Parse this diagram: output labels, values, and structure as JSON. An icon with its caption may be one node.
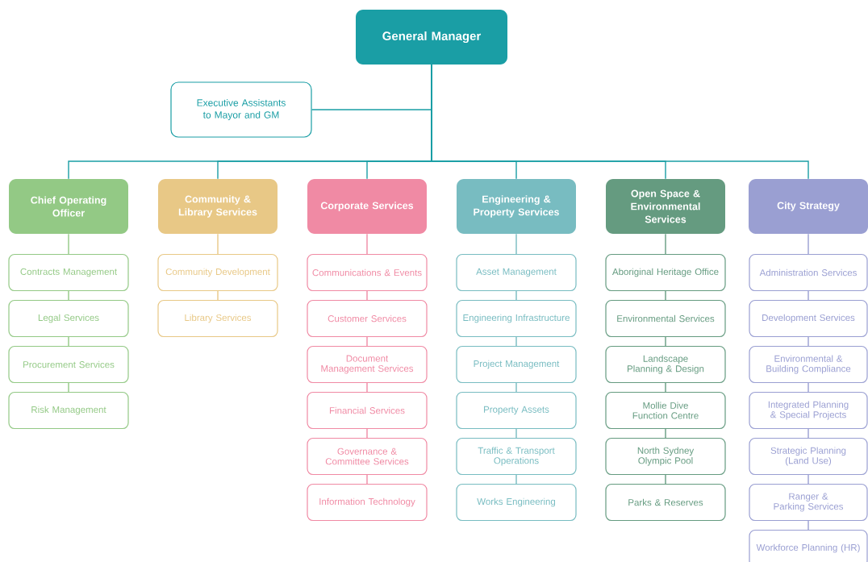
{
  "diagram": {
    "nodes": [
      {
        "text": [
          "General Manager"
        ]
      },
      {
        "text": [
          "Executive Assistants to Mayor and GM"
        ]
      },
      {
        "text": [
          "Chief Operating Officer"
        ]
      },
      {
        "text": [
          "Community & Library Services"
        ]
      },
      {
        "text": [
          "Corporate Services"
        ]
      },
      {
        "text": [
          "Engineering & Property Services"
        ]
      },
      {
        "text": [
          "Open Space & Environmental Services"
        ]
      },
      {
        "text": [
          "City Strategy"
        ]
      },
      {
        "text": [
          "Contracts Management"
        ]
      },
      {
        "text": [
          "Legal Services"
        ]
      },
      {
        "text": [
          "Procurement Services"
        ]
      },
      {
        "text": [
          "Risk Management"
        ]
      },
      {
        "text": [
          "Community Development"
        ]
      },
      {
        "text": [
          "Library Services"
        ]
      },
      {
        "text": [
          "Communications & Events"
        ]
      },
      {
        "text": [
          "Customer Services"
        ]
      },
      {
        "text": [
          "Document Management Services"
        ]
      },
      {
        "text": [
          "Financial Services"
        ]
      },
      {
        "text": [
          "Governance & Committee Services"
        ]
      },
      {
        "text": [
          "Information Technology"
        ]
      },
      {
        "text": [
          "Asset Management"
        ]
      },
      {
        "text": [
          "Engineering Infrastructure"
        ]
      },
      {
        "text": [
          "Project Management"
        ]
      },
      {
        "text": [
          "Property Assets"
        ]
      },
      {
        "text": [
          "Traffic & Transport Operations"
        ]
      },
      {
        "text": [
          "Works Engineering"
        ]
      },
      {
        "text": [
          "Aboriginal Heritage Office"
        ]
      },
      {
        "text": [
          "Environmental Services"
        ]
      },
      {
        "text": [
          "Landscape Planning & Design"
        ]
      },
      {
        "text": [
          "Mollie Dive Function Centre"
        ]
      },
      {
        "text": [
          "North Sydney Olympic Pool"
        ]
      },
      {
        "text": [
          "Parks & Reserves"
        ]
      },
      {
        "text": [
          "Administration Services"
        ]
      },
      {
        "text": [
          "Development Services"
        ]
      },
      {
        "text": [
          "Environmental & Building Compliance"
        ]
      },
      {
        "text": [
          "Integrated Planning & Special Projects"
        ]
      },
      {
        "text": [
          "Strategic Planning (Land Use)"
        ]
      },
      {
        "text": [
          "Ranger & Parking Services"
        ]
      },
      {
        "text": [
          "Workforce Planning (HR)"
        ]
      }
    ],
    "edges": [
      {
        "from": 0,
        "to": 1,
        "arrow": "none",
        "color": "#1a9ea5"
      },
      {
        "from": 0,
        "to": 2,
        "arrow": "none",
        "color": "#1a9ea5"
      },
      {
        "from": 0,
        "to": 3,
        "arrow": "none",
        "color": "#1a9ea5"
      },
      {
        "from": 0,
        "to": 4,
        "arrow": "none",
        "color": "#1a9ea5"
      },
      {
        "from": 0,
        "to": 5,
        "arrow": "none",
        "color": "#1a9ea5"
      },
      {
        "from": 0,
        "to": 6,
        "arrow": "none",
        "color": "#1a9ea5"
      },
      {
        "from": 0,
        "to": 7,
        "arrow": "none",
        "color": "#1a9ea5"
      },
      {
        "from": 2,
        "to": 8,
        "arrow": "none",
        "color": "#93c985"
      },
      {
        "from": 8,
        "to": 9,
        "arrow": "none",
        "color": "#93c985"
      },
      {
        "from": 9,
        "to": 10,
        "arrow": "none",
        "color": "#93c985"
      },
      {
        "from": 10,
        "to": 11,
        "arrow": "none",
        "color": "#93c985"
      },
      {
        "from": 3,
        "to": 12,
        "arrow": "none",
        "color": "#e8c886"
      },
      {
        "from": 12,
        "to": 13,
        "arrow": "none",
        "color": "#e8c886"
      },
      {
        "from": 4,
        "to": 14,
        "arrow": "none",
        "color": "#f08aa4"
      },
      {
        "from": 14,
        "to": 15,
        "arrow": "none",
        "color": "#f08aa4"
      },
      {
        "from": 15,
        "to": 16,
        "arrow": "none",
        "color": "#f08aa4"
      },
      {
        "from": 16,
        "to": 17,
        "arrow": "none",
        "color": "#f08aa4"
      },
      {
        "from": 17,
        "to": 18,
        "arrow": "none",
        "color": "#f08aa4"
      },
      {
        "from": 18,
        "to": 19,
        "arrow": "none",
        "color": "#f08aa4"
      },
      {
        "from": 5,
        "to": 20,
        "arrow": "none",
        "color": "#78bcc1"
      },
      {
        "from": 20,
        "to": 21,
        "arrow": "none",
        "color": "#78bcc1"
      },
      {
        "from": 21,
        "to": 22,
        "arrow": "none",
        "color": "#78bcc1"
      },
      {
        "from": 22,
        "to": 23,
        "arrow": "none",
        "color": "#78bcc1"
      },
      {
        "from": 23,
        "to": 24,
        "arrow": "none",
        "color": "#78bcc1"
      },
      {
        "from": 24,
        "to": 25,
        "arrow": "none",
        "color": "#78bcc1"
      },
      {
        "from": 6,
        "to": 26,
        "arrow": "none",
        "color": "#659b80"
      },
      {
        "from": 26,
        "to": 27,
        "arrow": "none",
        "color": "#659b80"
      },
      {
        "from": 27,
        "to": 28,
        "arrow": "none",
        "color": "#659b80"
      },
      {
        "from": 28,
        "to": 29,
        "arrow": "none",
        "color": "#659b80"
      },
      {
        "from": 29,
        "to": 30,
        "arrow": "none",
        "color": "#659b80"
      },
      {
        "from": 30,
        "to": 31,
        "arrow": "none",
        "color": "#659b80"
      },
      {
        "from": 7,
        "to": 32,
        "arrow": "none",
        "color": "#9a9fd2"
      },
      {
        "from": 32,
        "to": 33,
        "arrow": "none",
        "color": "#9a9fd2"
      },
      {
        "from": 33,
        "to": 34,
        "arrow": "none",
        "color": "#9a9fd2"
      },
      {
        "from": 34,
        "to": 35,
        "arrow": "none",
        "color": "#9a9fd2"
      },
      {
        "from": 35,
        "to": 36,
        "arrow": "none",
        "color": "#9a9fd2"
      },
      {
        "from": 36,
        "to": 37,
        "arrow": "none",
        "color": "#9a9fd2"
      },
      {
        "from": 37,
        "to": 38,
        "arrow": "none",
        "color": "#9a9fd2"
      }
    ]
  }
}
